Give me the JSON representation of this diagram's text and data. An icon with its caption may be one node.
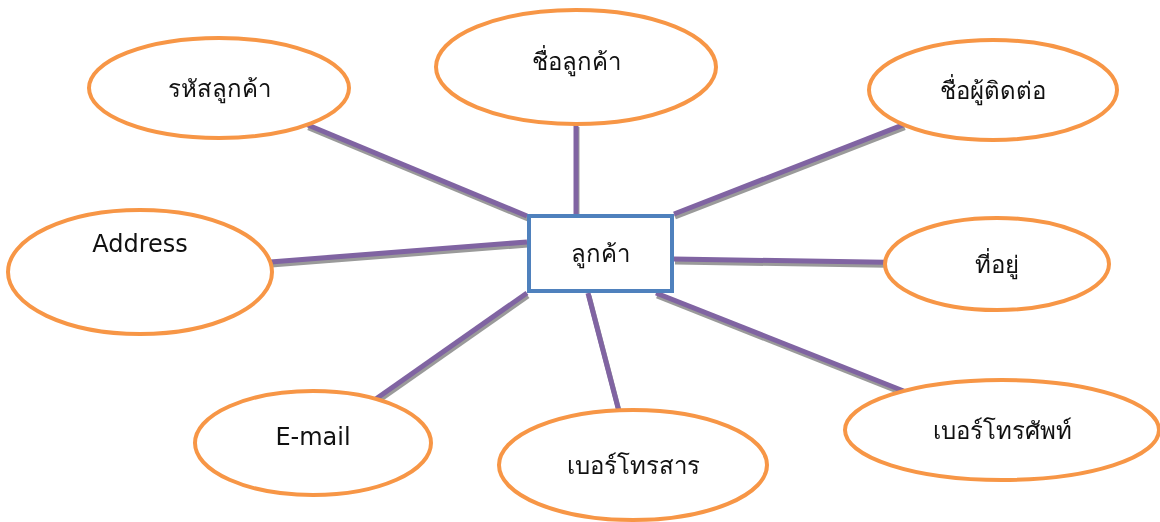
{
  "diagram": {
    "nodes": [
      {
        "text": [
          "ลูกค้า"
        ]
      },
      {
        "text": [
          "รหัสลูกค้า"
        ]
      },
      {
        "text": [
          "ชื่อลูกค้า"
        ]
      },
      {
        "text": [
          "ชื่อผู้ติดต่อ"
        ]
      },
      {
        "text": [
          "Address"
        ]
      },
      {
        "text": [
          "ที่อยู่"
        ]
      },
      {
        "text": [
          "E-mail"
        ]
      },
      {
        "text": [
          "เบอร์โทรสาร"
        ]
      },
      {
        "text": [
          "เบอร์โทรศัพท์"
        ]
      }
    ],
    "edges": [
      {
        "from": 0,
        "to": 1,
        "arrow": "none"
      },
      {
        "from": 0,
        "to": 2,
        "arrow": "none"
      },
      {
        "from": 0,
        "to": 3,
        "arrow": "none"
      },
      {
        "from": 0,
        "to": 4,
        "arrow": "none"
      },
      {
        "from": 0,
        "to": 5,
        "arrow": "none"
      },
      {
        "from": 0,
        "to": 6,
        "arrow": "none"
      },
      {
        "from": 0,
        "to": 7,
        "arrow": "none"
      },
      {
        "from": 0,
        "to": 8,
        "arrow": "none"
      }
    ]
  }
}
